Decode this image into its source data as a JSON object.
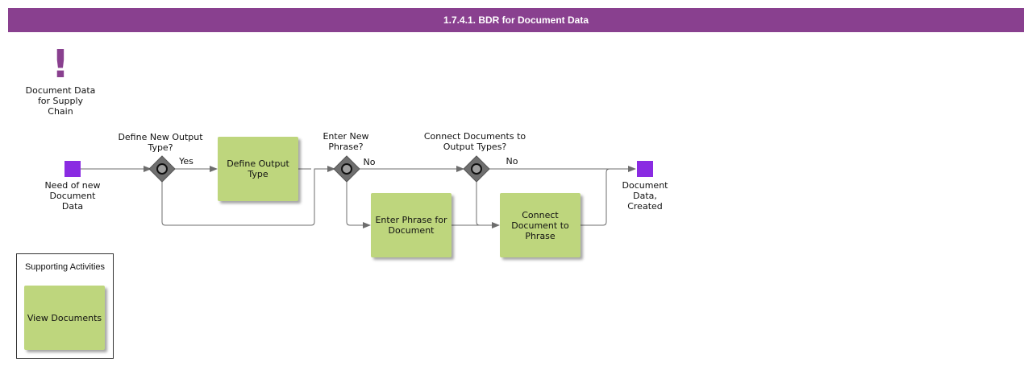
{
  "header": {
    "title": "1.7.4.1. BDR for Document Data"
  },
  "trigger": {
    "label": "Document Data for Supply Chain"
  },
  "events": {
    "start": {
      "label": "Need of new Document Data"
    },
    "end": {
      "label": "Document Data, Created"
    }
  },
  "gateways": {
    "g1": {
      "label": "Define New Output Type?"
    },
    "g2": {
      "label": "Enter New Phrase?"
    },
    "g3": {
      "label": "Connect Documents to Output Types?"
    }
  },
  "tasks": {
    "t1": {
      "label": "Define Output Type"
    },
    "t2": {
      "label": "Enter Phrase for Document"
    },
    "t3": {
      "label": "Connect Document to Phrase"
    }
  },
  "flow_labels": {
    "yes1": "Yes",
    "no2": "No",
    "no3": "No"
  },
  "supporting": {
    "title": "Supporting Activities",
    "items": [
      {
        "label": "View Documents"
      }
    ]
  },
  "colors": {
    "header": "#89408f",
    "task": "#bed67d",
    "event": "#8a2be2",
    "gateway": "#6f6f6f",
    "line": "#6d6d6d"
  }
}
